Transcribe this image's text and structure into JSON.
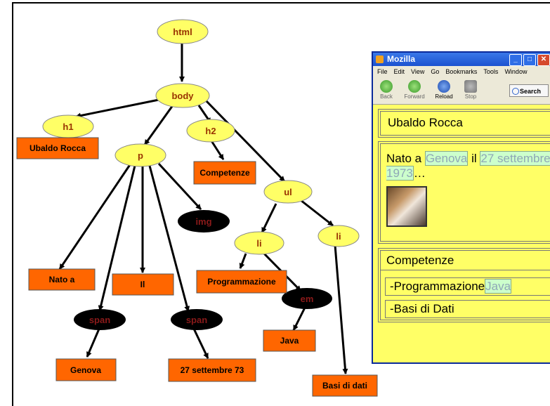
{
  "tree": {
    "nodes": {
      "html": "html",
      "body": "body",
      "h1": "h1",
      "h2": "h2",
      "p": "p",
      "ul": "ul",
      "img": "img",
      "li1": "li",
      "li2": "li",
      "span1": "span",
      "span2": "span",
      "em": "em"
    },
    "text_nodes": {
      "ubaldo": "Ubaldo Rocca",
      "competenze": "Competenze",
      "nato": "Nato a",
      "il": "Il",
      "genova": "Genova",
      "data": "27 settembre 73",
      "programmazione": "Programmazione",
      "java": "Java",
      "basi": "Basi di dati"
    }
  },
  "browser": {
    "title": "Mozilla",
    "menu": [
      "File",
      "Edit",
      "View",
      "Go",
      "Bookmarks",
      "Tools",
      "Window"
    ],
    "toolbar": {
      "back": "Back",
      "forward": "Forward",
      "reload": "Reload",
      "stop": "Stop",
      "search": "Search"
    },
    "page": {
      "heading": "Ubaldo Rocca",
      "para_prefix": "Nato a",
      "city": "Genova",
      "il": "il",
      "date": "27 settembre 1973",
      "ellipsis": "…",
      "competenze": "Competenze",
      "item1_prefix": "-Programmazione",
      "item1_em": "Java",
      "item2": "-Basi di Dati"
    }
  },
  "colors": {
    "ellipse_fill": "#ffff66",
    "dark_ellipse_fill": "#000000",
    "dark_ellipse_text": "#8b1a1a",
    "ellipse_text": "#993300",
    "box_fill": "#ff6600",
    "box_text": "#000000"
  }
}
